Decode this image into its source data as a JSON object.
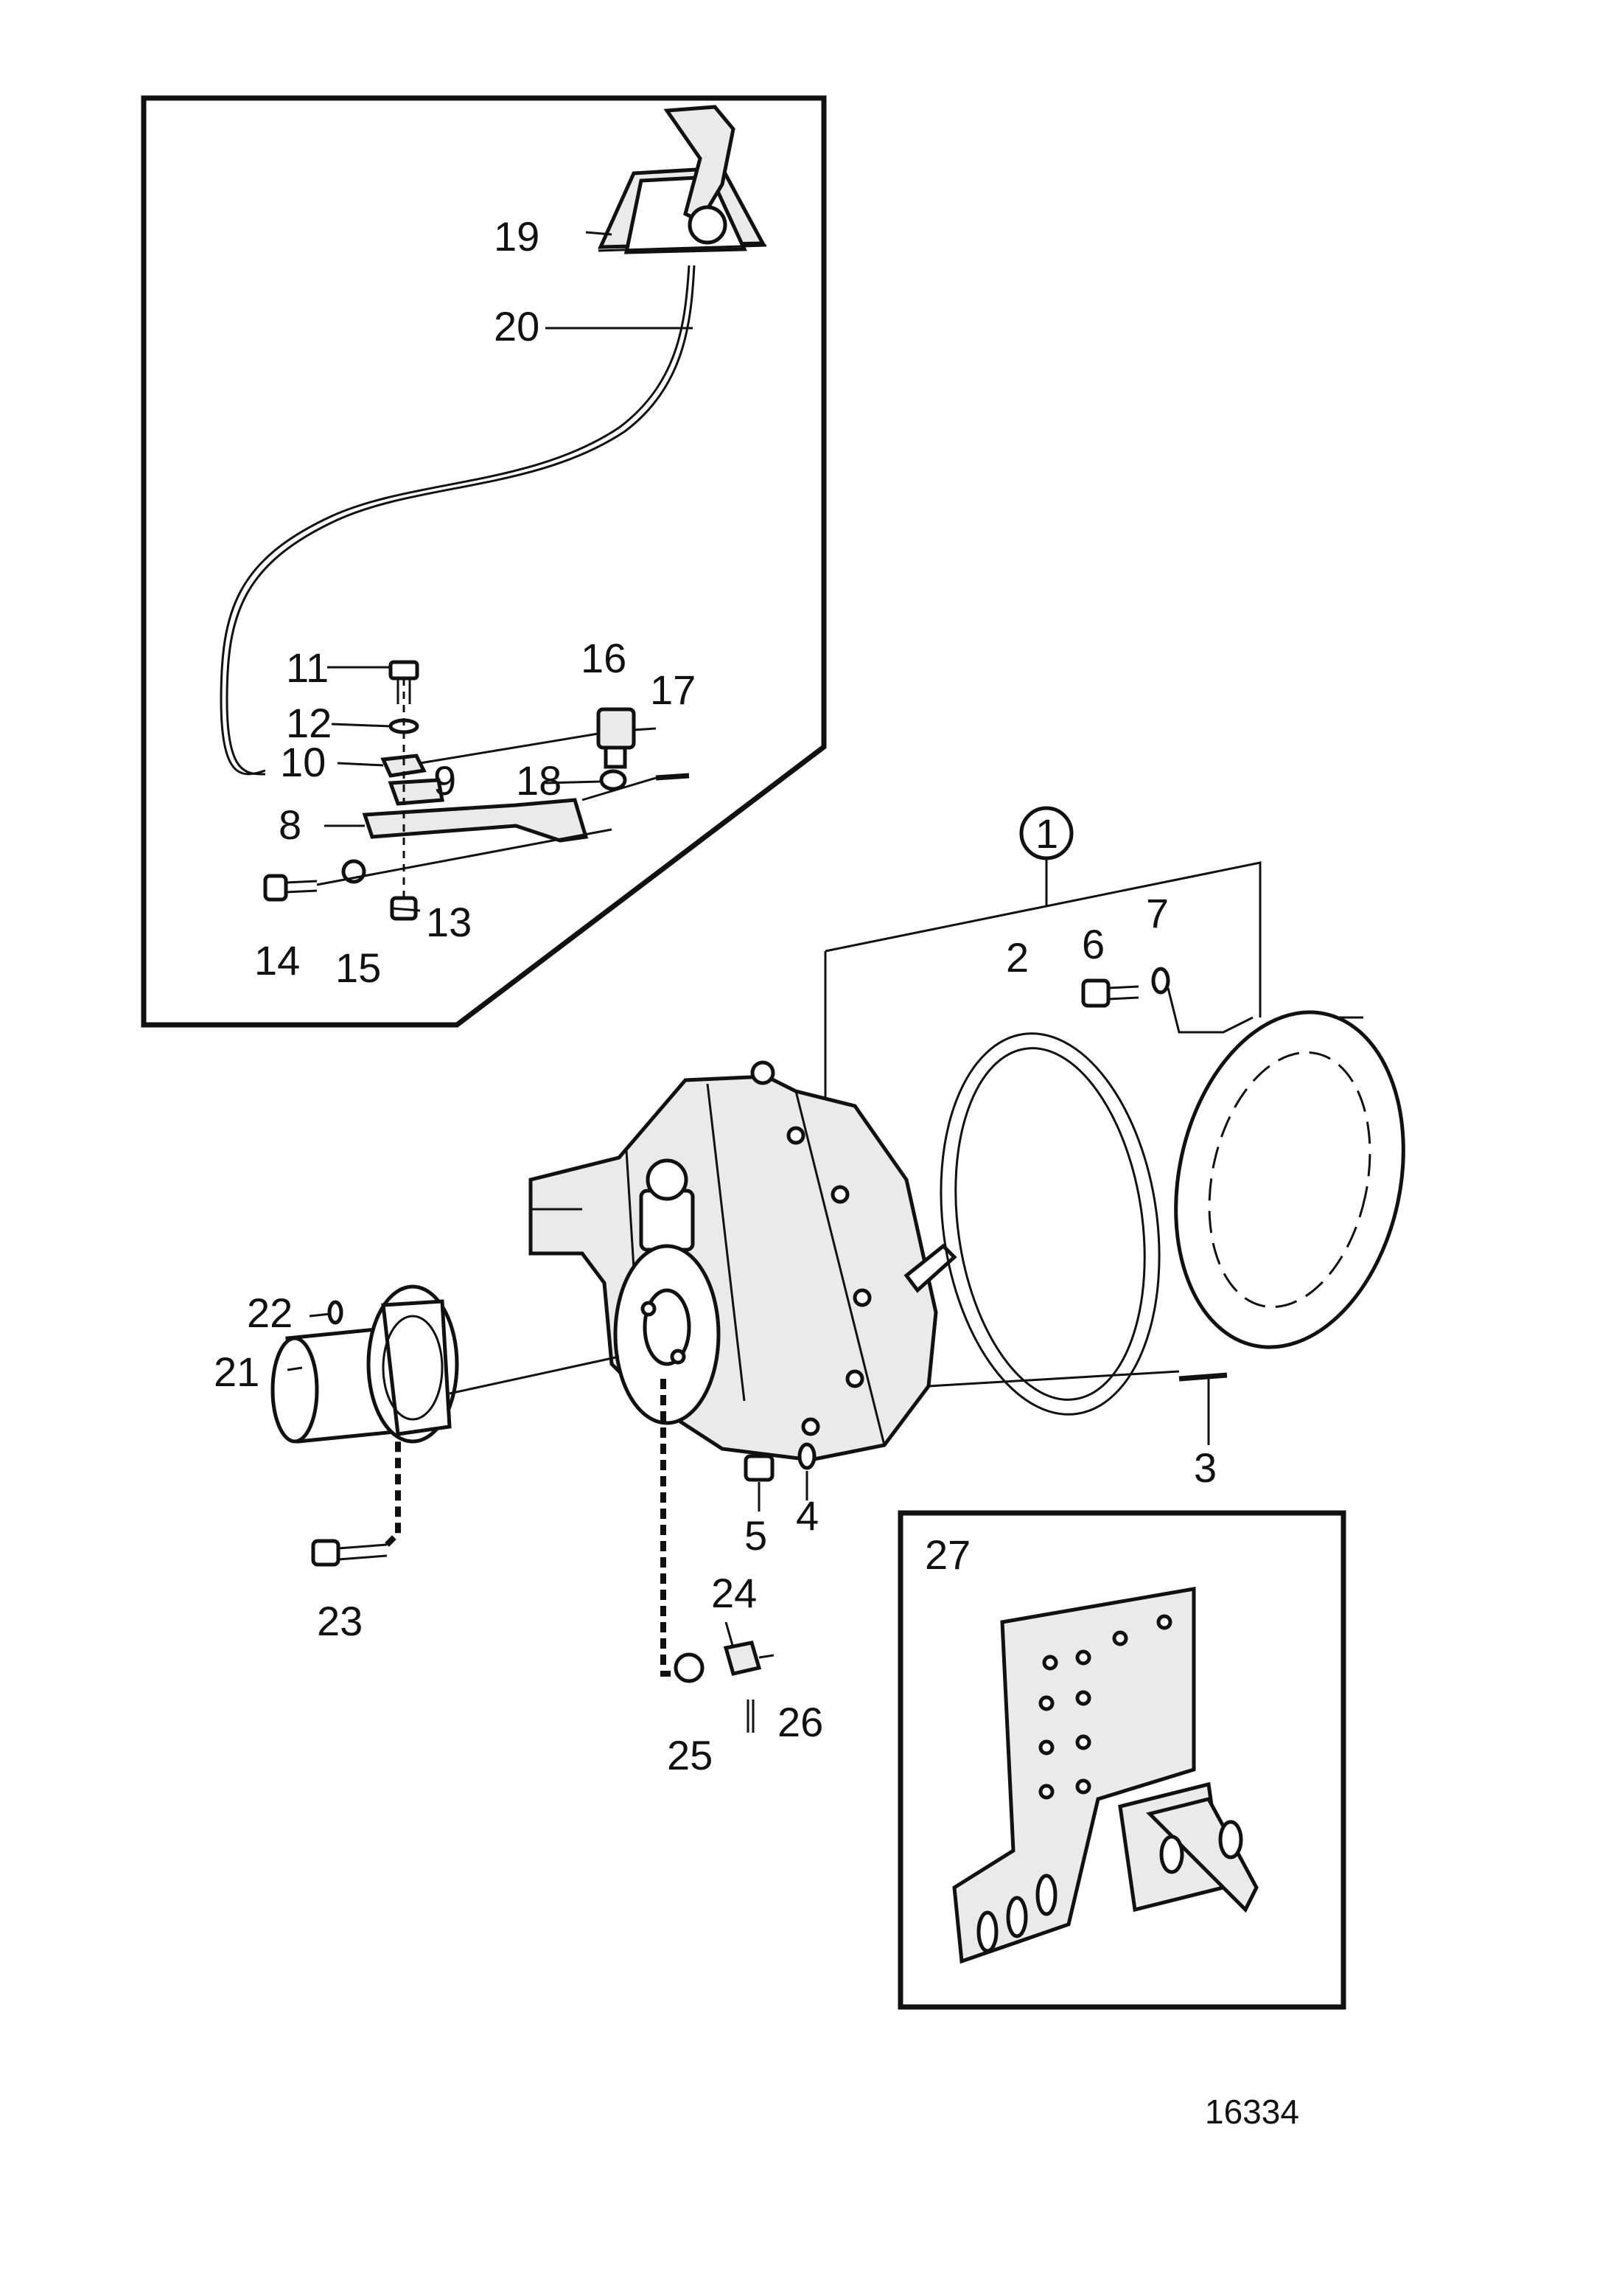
{
  "drawing_number": "16334",
  "labels": {
    "p1": "1",
    "p2": "2",
    "p3": "3",
    "p4": "4",
    "p5": "5",
    "p6": "6",
    "p7": "7",
    "p8": "8",
    "p9": "9",
    "p10": "10",
    "p11": "11",
    "p12": "12",
    "p13": "13",
    "p14": "14",
    "p15": "15",
    "p16": "16",
    "p17": "17",
    "p18": "18",
    "p19": "19",
    "p20": "20",
    "p21": "21",
    "p22": "22",
    "p23": "23",
    "p24": "24",
    "p25": "25",
    "p26": "26",
    "p27": "27"
  }
}
